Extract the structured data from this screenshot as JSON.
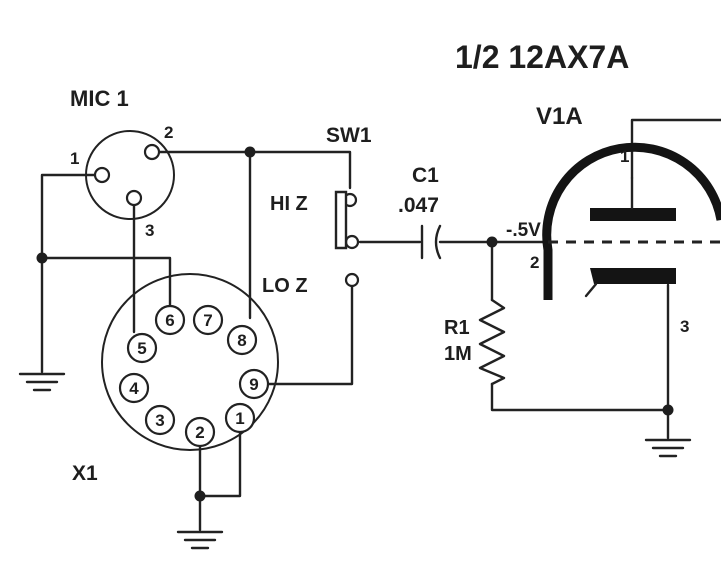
{
  "labels": {
    "tube_title": "1/2 12AX7A",
    "tube_ref": "V1A",
    "mic_ref": "MIC 1",
    "switch_ref": "SW1",
    "hi_z": "HI Z",
    "lo_z": "LO Z",
    "cap_ref": "C1",
    "cap_value": ".047",
    "grid_voltage": "-.5V",
    "res_ref": "R1",
    "res_value": "1M",
    "socket_ref": "X1"
  },
  "mic_pins": [
    "1",
    "2",
    "3"
  ],
  "socket_pins": [
    "1",
    "2",
    "3",
    "4",
    "5",
    "6",
    "7",
    "8",
    "9"
  ],
  "tube_pins": [
    "1",
    "2",
    "3"
  ],
  "colors": {
    "ink": "#1e1e1e",
    "paper": "#ffffff"
  }
}
